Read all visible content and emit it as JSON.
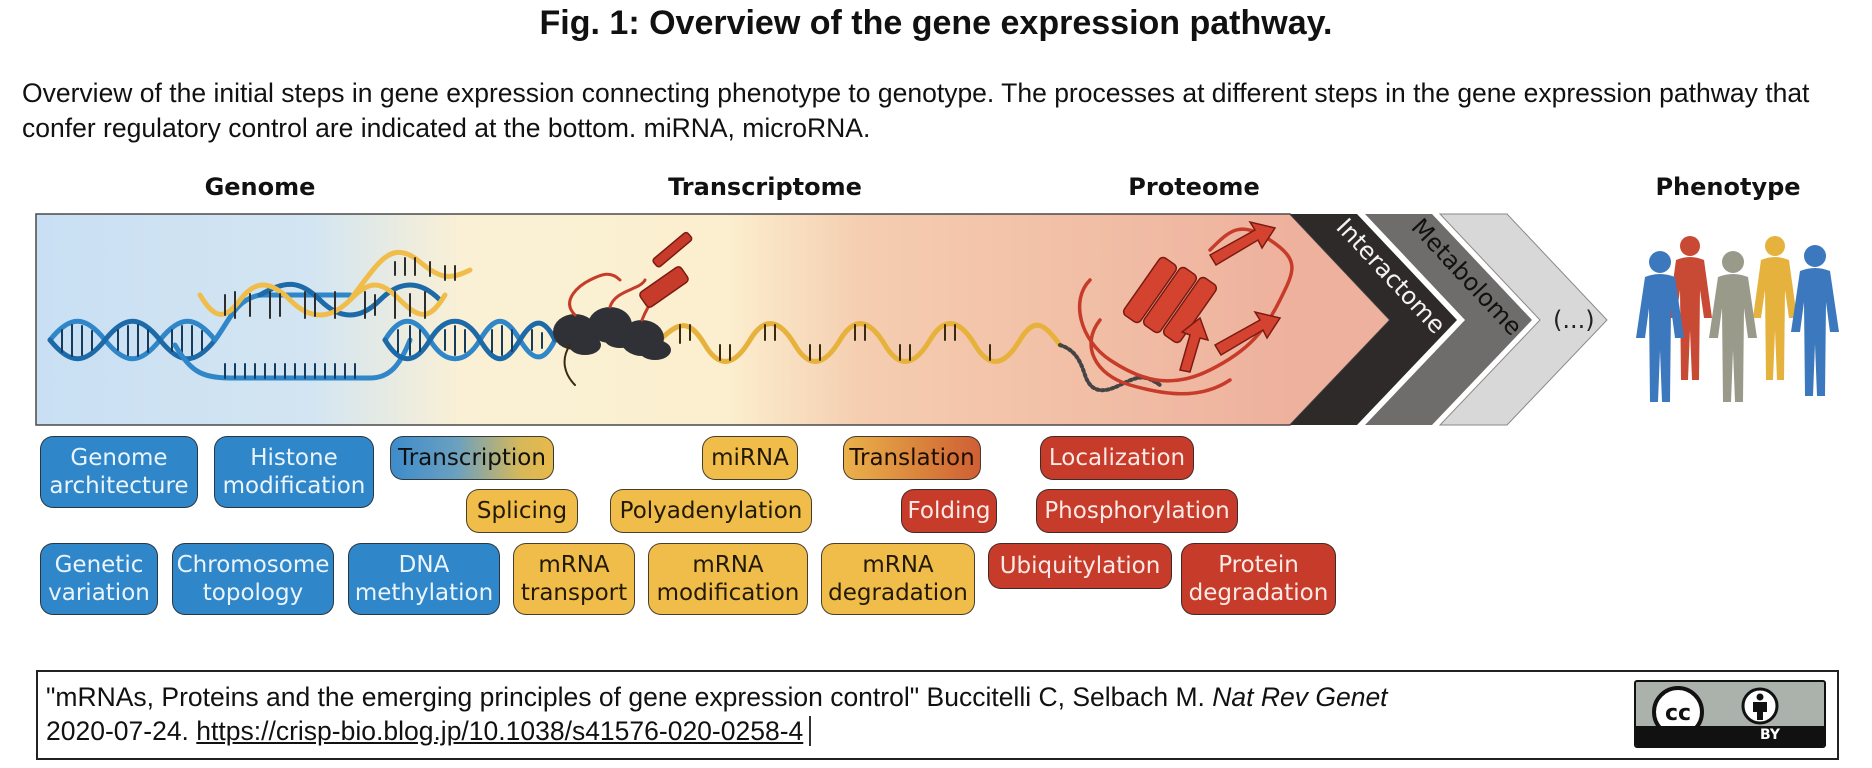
{
  "figure": {
    "title": "Fig. 1: Overview of the gene expression pathway.",
    "caption": "Overview of the initial steps in gene expression connecting phenotype to genotype. The processes at different steps in the gene expression pathway that confer regulatory control are indicated at the bottom. miRNA, microRNA."
  },
  "stages": {
    "genome": "Genome",
    "transcriptome": "Transcriptome",
    "proteome": "Proteome",
    "phenotype": "Phenotype"
  },
  "chevrons": {
    "interactome": "Interactome",
    "metabolome": "Metabolome",
    "more": "(...)"
  },
  "processes": {
    "genome_architecture": "Genome\narchitecture",
    "histone_modification": "Histone\nmodification",
    "transcription": "Transcription",
    "mirna": "miRNA",
    "translation": "Translation",
    "localization": "Localization",
    "splicing": "Splicing",
    "polyadenylation": "Polyadenylation",
    "folding": "Folding",
    "phosphorylation": "Phosphorylation",
    "genetic_variation": "Genetic\nvariation",
    "chromosome_topology": "Chromosome\ntopology",
    "dna_methylation": "DNA\nmethylation",
    "mrna_transport": "mRNA\ntransport",
    "mrna_modification": "mRNA\nmodification",
    "mrna_degradation": "mRNA\ndegradation",
    "ubiquitylation": "Ubiquitylation",
    "protein_degradation": "Protein\ndegradation"
  },
  "citation": {
    "title": "\"mRNAs, Proteins and the emerging principles of gene expression control\"",
    "authors": "Buccitelli C, Selbach M.",
    "journal": "Nat Rev Genet",
    "date": "2020-07-24.",
    "link": "https://crisp-bio.blog.jp/10.1038/s41576-020-0258-4"
  },
  "license": {
    "cc": "cc",
    "by": "BY"
  },
  "colors": {
    "genome_blue": "#2f86c9",
    "transcriptome_gold": "#f0bd4a",
    "proteome_red": "#c63b2a",
    "interactome": "#2e2a2a",
    "metabolome": "#6f6c6c",
    "more": "#d8d8d8"
  }
}
